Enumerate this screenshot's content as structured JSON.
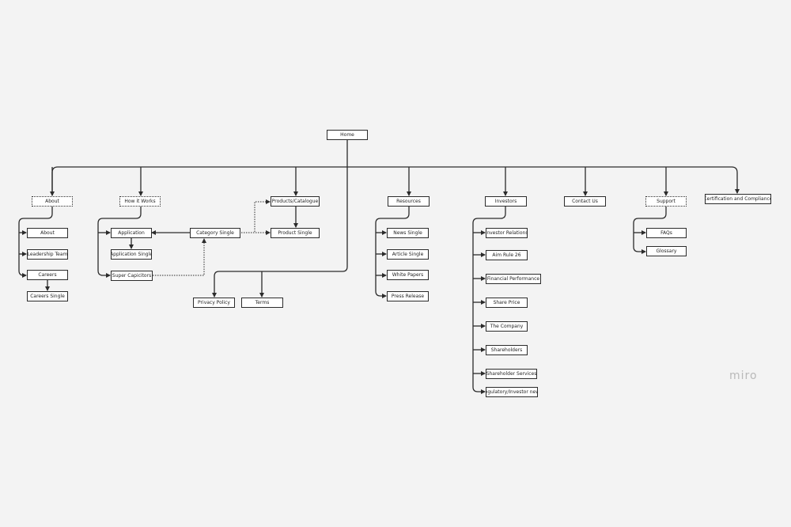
{
  "nodes": {
    "home": "Home",
    "about": "About",
    "about_page": "About",
    "leadership_team": "Leadership Team",
    "careers": "Careers",
    "careers_single": "Careers Single",
    "how_it_works": "How it Works",
    "application": "Application",
    "application_single": "Application Single",
    "super_capicitors": "Super Capicitors",
    "category_single": "Category Single",
    "products_catalogue": "Products/Catalogue",
    "product_single": "Product Single",
    "privacy_policy": "Privacy Policy",
    "terms": "Terms",
    "resources": "Resources",
    "news_single": "News Single",
    "article_single": "Article Single",
    "white_papers": "White Papers",
    "press_release": "Press Release",
    "investors": "Investors",
    "investor_relations": "Investor Relations",
    "aim_rule_26": "Aim Rule 26",
    "financial_performance": "Financial Performance",
    "share_price": "Share Price",
    "the_company": "The Company",
    "shareholders": "Shareholders",
    "shareholder_services": "Shareholder Services",
    "regulatory_investor_news": "Regulatory/Investor news",
    "contact_us": "Contact Us",
    "support": "Support",
    "faqs": "FAQs",
    "glossary": "Glossary",
    "certification_compliance": "Certification and Compliance"
  },
  "watermark": "miro",
  "colors": {
    "background": "#f3f3f3",
    "line": "#2b2b2b",
    "box_fill": "#ffffff",
    "watermark": "#b9b9b9"
  }
}
